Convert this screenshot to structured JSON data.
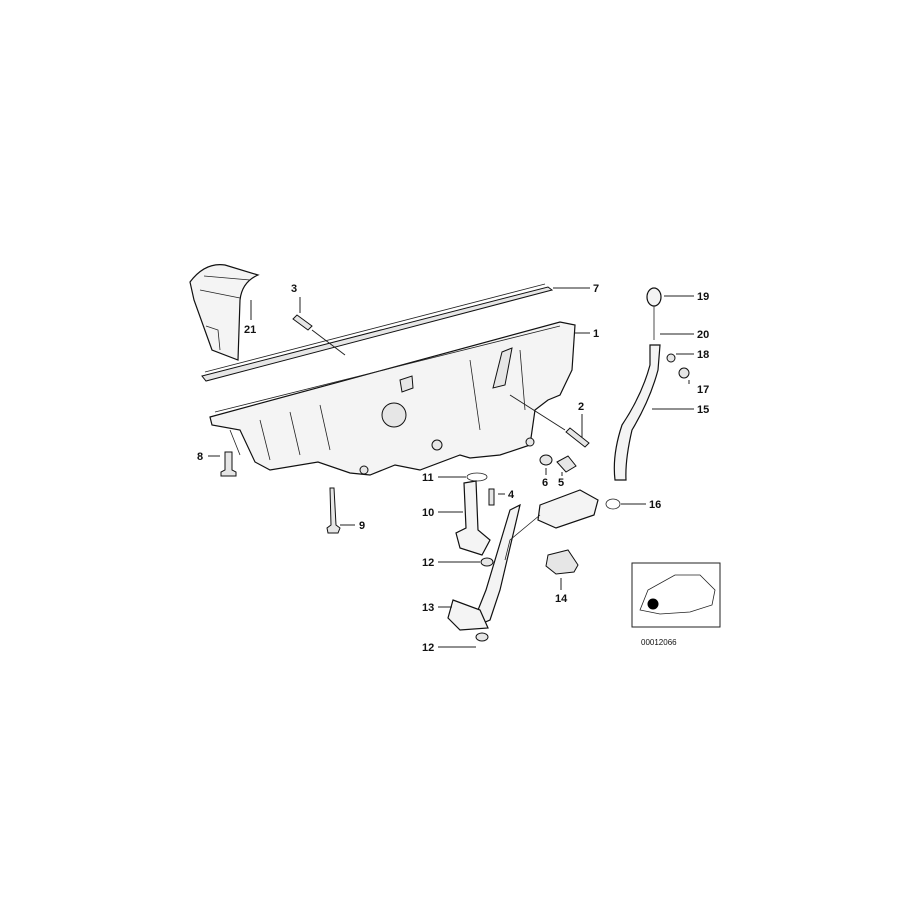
{
  "diagram": {
    "callouts": [
      {
        "id": "7",
        "label": "7"
      },
      {
        "id": "1",
        "label": "1"
      },
      {
        "id": "3",
        "label": "3"
      },
      {
        "id": "19",
        "label": "19"
      },
      {
        "id": "20",
        "label": "20"
      },
      {
        "id": "18",
        "label": "18"
      },
      {
        "id": "17",
        "label": "17"
      },
      {
        "id": "15",
        "label": "15"
      },
      {
        "id": "2",
        "label": "2"
      },
      {
        "id": "21",
        "label": "21"
      },
      {
        "id": "8",
        "label": "8"
      },
      {
        "id": "11",
        "label": "11"
      },
      {
        "id": "4",
        "label": "4"
      },
      {
        "id": "6",
        "label": "6"
      },
      {
        "id": "5",
        "label": "5"
      },
      {
        "id": "10",
        "label": "10"
      },
      {
        "id": "16",
        "label": "16"
      },
      {
        "id": "9",
        "label": "9"
      },
      {
        "id": "12a",
        "label": "12"
      },
      {
        "id": "14",
        "label": "14"
      },
      {
        "id": "13",
        "label": "13"
      },
      {
        "id": "12b",
        "label": "12"
      }
    ],
    "inset": {
      "reference_number": "00012066",
      "marker_color": "#000000"
    }
  }
}
